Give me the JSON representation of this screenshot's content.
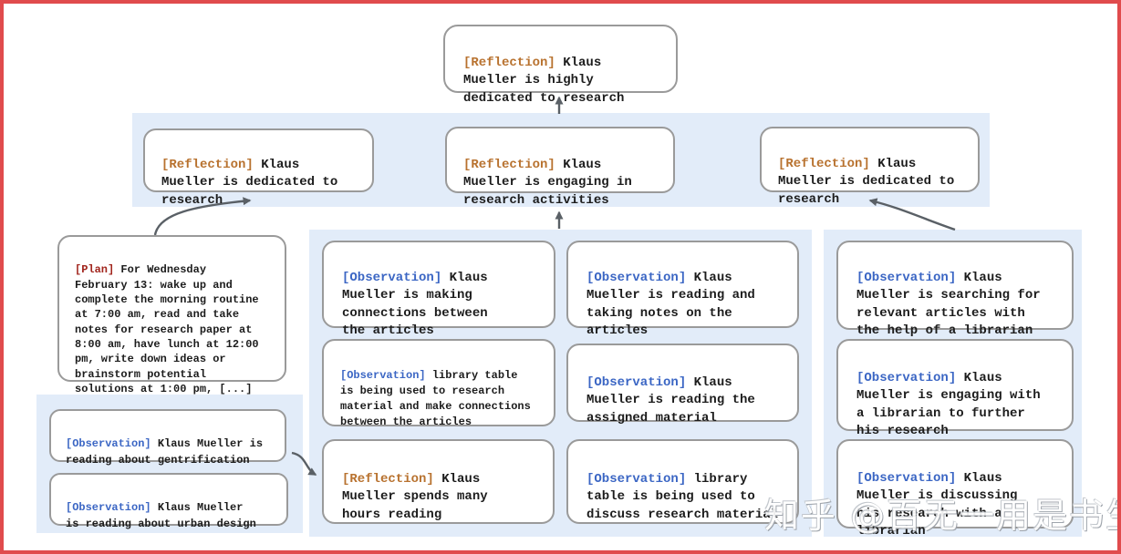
{
  "colors": {
    "frame_red": "#e04b4d",
    "panel_blue": "#e2ecf9",
    "box_border": "#9a9a9a",
    "text": "#1c1c1c",
    "reflection_tag": "#b8722f",
    "observation_tag": "#3b66c4",
    "plan_tag": "#a1241c",
    "arrow": "#5a6066",
    "watermark": "#ffffff"
  },
  "nodes": {
    "root": {
      "tag": "[Reflection]",
      "text": " Klaus\nMueller is highly\ndedicated to research"
    },
    "refl_left": {
      "tag": "[Reflection]",
      "text": " Klaus\nMueller is dedicated to\nresearch"
    },
    "refl_mid": {
      "tag": "[Reflection]",
      "text": " Klaus\nMueller is engaging in\nresearch activities"
    },
    "refl_right": {
      "tag": "[Reflection]",
      "text": " Klaus\nMueller is dedicated to\nresearch"
    },
    "plan": {
      "tag": "[Plan]",
      "text": " For Wednesday\nFebruary 13: wake up and\ncomplete the morning routine\nat 7:00 am, read and take\nnotes for research paper at\n8:00 am, have lunch at 12:00\npm, write down ideas or\nbrainstorm potential\nsolutions at 1:00 pm, [...]"
    },
    "obs_gentrification": {
      "tag": "[Observation]",
      "text": " Klaus Mueller is\nreading about gentrification"
    },
    "obs_urban": {
      "tag": "[Observation]",
      "text": " Klaus Mueller\nis reading about urban design"
    },
    "obs_connections": {
      "tag": "[Observation]",
      "text": " Klaus\nMueller is making\nconnections between\nthe articles"
    },
    "obs_library_research": {
      "tag": "[Observation]",
      "text": " library table\nis being used to research\nmaterial and make connections\nbetween the articles"
    },
    "refl_hours": {
      "tag": "[Reflection]",
      "text": " Klaus\nMueller spends many\nhours reading"
    },
    "obs_notes": {
      "tag": "[Observation]",
      "text": " Klaus\nMueller is reading and\ntaking notes on the\narticles"
    },
    "obs_assigned": {
      "tag": "[Observation]",
      "text": " Klaus\nMueller is reading the\nassigned material"
    },
    "obs_library_discuss": {
      "tag": "[Observation]",
      "text": " library\ntable is being used to\ndiscuss research material"
    },
    "obs_searching": {
      "tag": "[Observation]",
      "text": " Klaus\nMueller is searching for\nrelevant articles with\nthe help of a librarian"
    },
    "obs_engaging": {
      "tag": "[Observation]",
      "text": " Klaus\nMueller is engaging with\na librarian to further\nhis research"
    },
    "obs_discussing": {
      "tag": "[Observation]",
      "text": " Klaus\nMueller is discussing\nhis research with a\nlibrarian"
    }
  },
  "watermark": {
    "text": "知乎 @百无一用是书生"
  }
}
